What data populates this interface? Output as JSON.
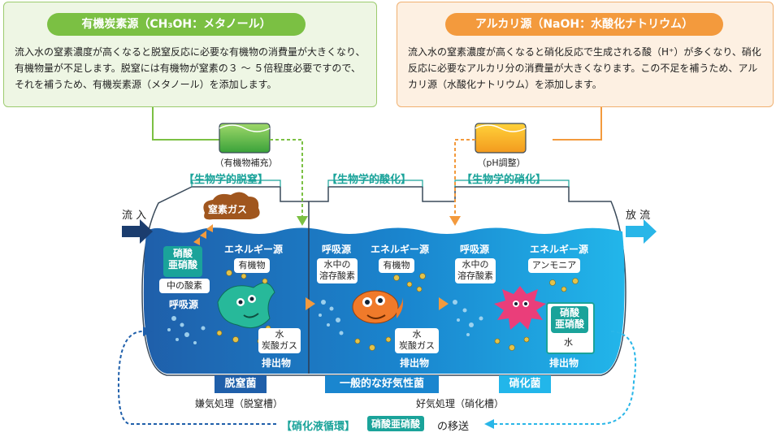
{
  "left_panel": {
    "title": "有機炭素源（CH₃OH：メタノール）",
    "text": "流入水の窒素濃度が高くなると脱窒反応に必要な有機物の消費量が大きくなり、有機物量が不足します。脱窒には有機物が窒素の３ ～ ５倍程度必要ですので、それを補うため、有機炭素源（メタノール）を添加します。",
    "tank_label": "（有機物補充）",
    "color": "#7bc043"
  },
  "right_panel": {
    "title": "アルカリ源（NaOH：水酸化ナトリウム）",
    "text": "流入水の窒素濃度が高くなると硝化反応で生成される酸（H⁺）が多くなり、硝化反応に必要なアルカリ分の消費量が大きくなります。この不足を補うため、アルカリ源（水酸化ナトリウム）を添加します。",
    "tank_label": "（pH調整）",
    "color": "#f39a3d"
  },
  "sections": {
    "denitrification": "【生物学的脱窒】",
    "oxidation": "【生物学的酸化】",
    "nitrification": "【生物学的硝化】"
  },
  "flow": {
    "inflow": "流 入",
    "outflow": "放 流"
  },
  "denit": {
    "gas": "窒素ガス",
    "nitrate_box": "硝酸\n亜硝酸",
    "oxygen_in": "中の酸素",
    "respiration": "呼吸源",
    "energy": "エネルギー源",
    "organic": "有機物",
    "waste_box": "水\n炭酸ガス",
    "waste": "排出物",
    "bacteria": "脱窒菌",
    "process": "嫌気処理（脱窒槽）"
  },
  "oxid": {
    "respiration": "呼吸源",
    "dissolved_oxygen": "水中の\n溶存酸素",
    "energy": "エネルギー源",
    "organic": "有機物",
    "waste_box": "水\n炭酸ガス",
    "waste": "排出物",
    "bacteria": "一般的な好気性菌"
  },
  "nitr": {
    "respiration": "呼吸源",
    "dissolved_oxygen": "水中の\n溶存酸素",
    "energy": "エネルギー源",
    "ammonia": "アンモニア",
    "nitrate_box": "硝酸\n亜硝酸",
    "water": "水",
    "waste": "排出物",
    "bacteria": "硝化菌",
    "process": "好気処理（硝化槽）"
  },
  "recycle": {
    "label": "【硝化液循環】",
    "badge": "硝酸亜硝酸",
    "suffix": "の移送"
  },
  "colors": {
    "water_dark": "#1f5faa",
    "water_light": "#1fb3e6",
    "teal": "#1aa39a",
    "navy": "#1b3d6e"
  }
}
